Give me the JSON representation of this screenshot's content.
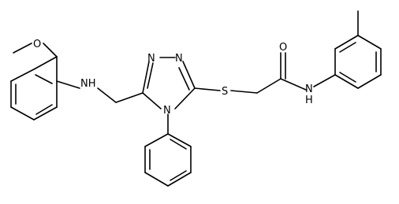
{
  "molecule": {
    "atom_labels": {
      "methoxy_oxygen": "O",
      "aniline_nh": "NH",
      "triazole_n1": "N",
      "triazole_n2": "N",
      "triazole_n4": "N",
      "thioether_s": "S",
      "carbonyl_o": "O",
      "amide_n": "N",
      "amide_h": "H"
    },
    "colors": {
      "bond": "#000000",
      "label": "#000000",
      "background": "#ffffff"
    }
  }
}
